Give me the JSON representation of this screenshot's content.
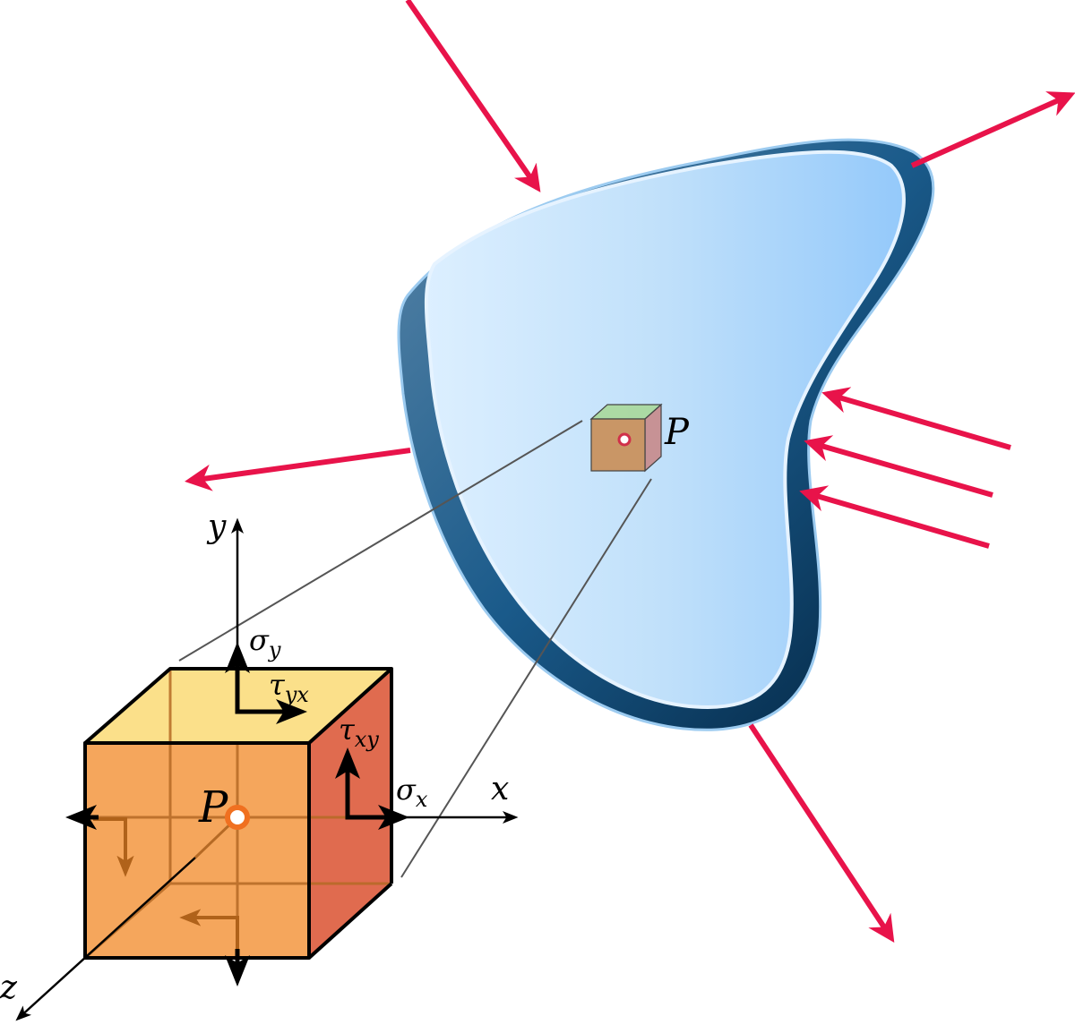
{
  "colors": {
    "force_arrow": "#e8134a",
    "body_light": "#dcefff",
    "body_mid": "#c5e3fb",
    "body_dark": "#98cbfa",
    "body_edge_dark": "#02233f",
    "body_edge_mid": "#1a5a8a",
    "cube_top": "#fbe08a",
    "cube_front": "#f5a65c",
    "cube_side": "#e06b4f",
    "point_marker": "#f07020",
    "inner_arrow": "#b0621a",
    "axis": "#000000",
    "guide_line": "#555555"
  },
  "labels": {
    "point_on_body": "P",
    "point_in_cube": "P",
    "axis_x": "x",
    "axis_y": "y",
    "axis_z": "z",
    "sigma_x_symbol": "σ",
    "sigma_x_sub": "x",
    "sigma_y_symbol": "σ",
    "sigma_y_sub": "y",
    "tau_yx_symbol": "τ",
    "tau_yx_sub": "yx",
    "tau_xy_symbol": "τ",
    "tau_xy_sub": "xy"
  },
  "external_forces": [
    {
      "id": "top-left",
      "direction": "inward"
    },
    {
      "id": "top-right",
      "direction": "outward"
    },
    {
      "id": "left",
      "direction": "outward"
    },
    {
      "id": "right-1",
      "direction": "inward"
    },
    {
      "id": "right-2",
      "direction": "inward"
    },
    {
      "id": "right-3",
      "direction": "inward"
    },
    {
      "id": "bottom",
      "direction": "outward"
    }
  ]
}
